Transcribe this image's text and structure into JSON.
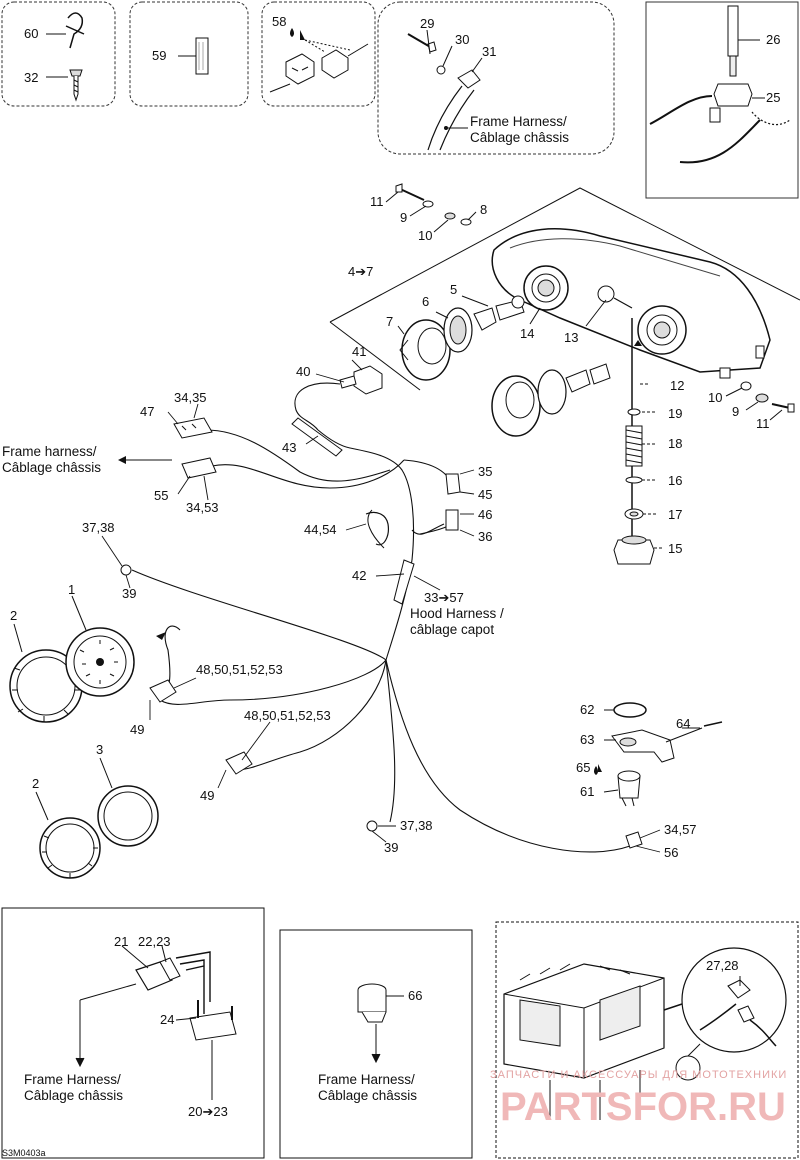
{
  "diagram_code": "S3M0403a",
  "watermark": {
    "line1": "ЗАПЧАСТИ И АКСЕССУАРЫ ДЛЯ МОТОТЕХНИКИ",
    "line2": "PARTSFOR.RU"
  },
  "captions": {
    "frame_harness_top_l1": "Frame Harness/",
    "frame_harness_top_l2": "Câblage châssis",
    "frame_harness_left_l1": "Frame harness/",
    "frame_harness_left_l2": "Câblage châssis",
    "hood_harness_l1": "Hood Harness /",
    "hood_harness_l2": "câblage capot",
    "frame_harness_bl_l1": "Frame Harness/",
    "frame_harness_bl_l2": "Câblage châssis",
    "frame_harness_bm_l1": "Frame Harness/",
    "frame_harness_bm_l2": "Câblage châssis"
  },
  "callouts": {
    "c60": "60",
    "c32": "32",
    "c59": "59",
    "c58": "58",
    "c29": "29",
    "c30": "30",
    "c31": "31",
    "c26": "26",
    "c25": "25",
    "c11a": "11",
    "c9a": "9",
    "c8": "8",
    "c10a": "10",
    "c4_7": "4➔7",
    "c5": "5",
    "c6": "6",
    "c7": "7",
    "c14": "14",
    "c13": "13",
    "c12": "12",
    "c10b": "10",
    "c9b": "9",
    "c11b": "11",
    "c19": "19",
    "c18": "18",
    "c16": "16",
    "c17": "17",
    "c15": "15",
    "c41": "41",
    "c40": "40",
    "c34_35a": "34,35",
    "c47": "47",
    "c43": "43",
    "c55": "55",
    "c34_53": "34,53",
    "c35": "35",
    "c45": "45",
    "c46": "46",
    "c36": "36",
    "c44_54": "44,54",
    "c37_38a": "37,38",
    "c39a": "39",
    "c42": "42",
    "c33_57": "33➔57",
    "c2a": "2",
    "c1": "1",
    "c48a": "48,50,51,52,53",
    "c49a": "49",
    "c48b": "48,50,51,52,53",
    "c49b": "49",
    "c3": "3",
    "c2b": "2",
    "c37_38b": "37,38",
    "c39b": "39",
    "c62": "62",
    "c64": "64",
    "c63": "63",
    "c65": "65",
    "c61": "61",
    "c34_57": "34,57",
    "c56": "56",
    "c21": "21",
    "c22_23": "22,23",
    "c24": "24",
    "c20_23": "20➔23",
    "c66": "66",
    "c27_28": "27,28"
  }
}
